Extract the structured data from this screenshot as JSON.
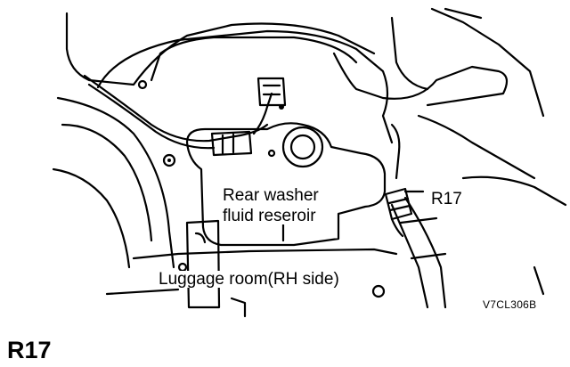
{
  "labels": {
    "reservoir_line1": "Rear washer",
    "reservoir_line2": "fluid reseroir",
    "connector": "R17",
    "location": "Luggage room(RH side)",
    "figure_code": "V7CL306B"
  },
  "heading": "R17",
  "colors": {
    "ink": "#000000",
    "paper": "#ffffff"
  }
}
